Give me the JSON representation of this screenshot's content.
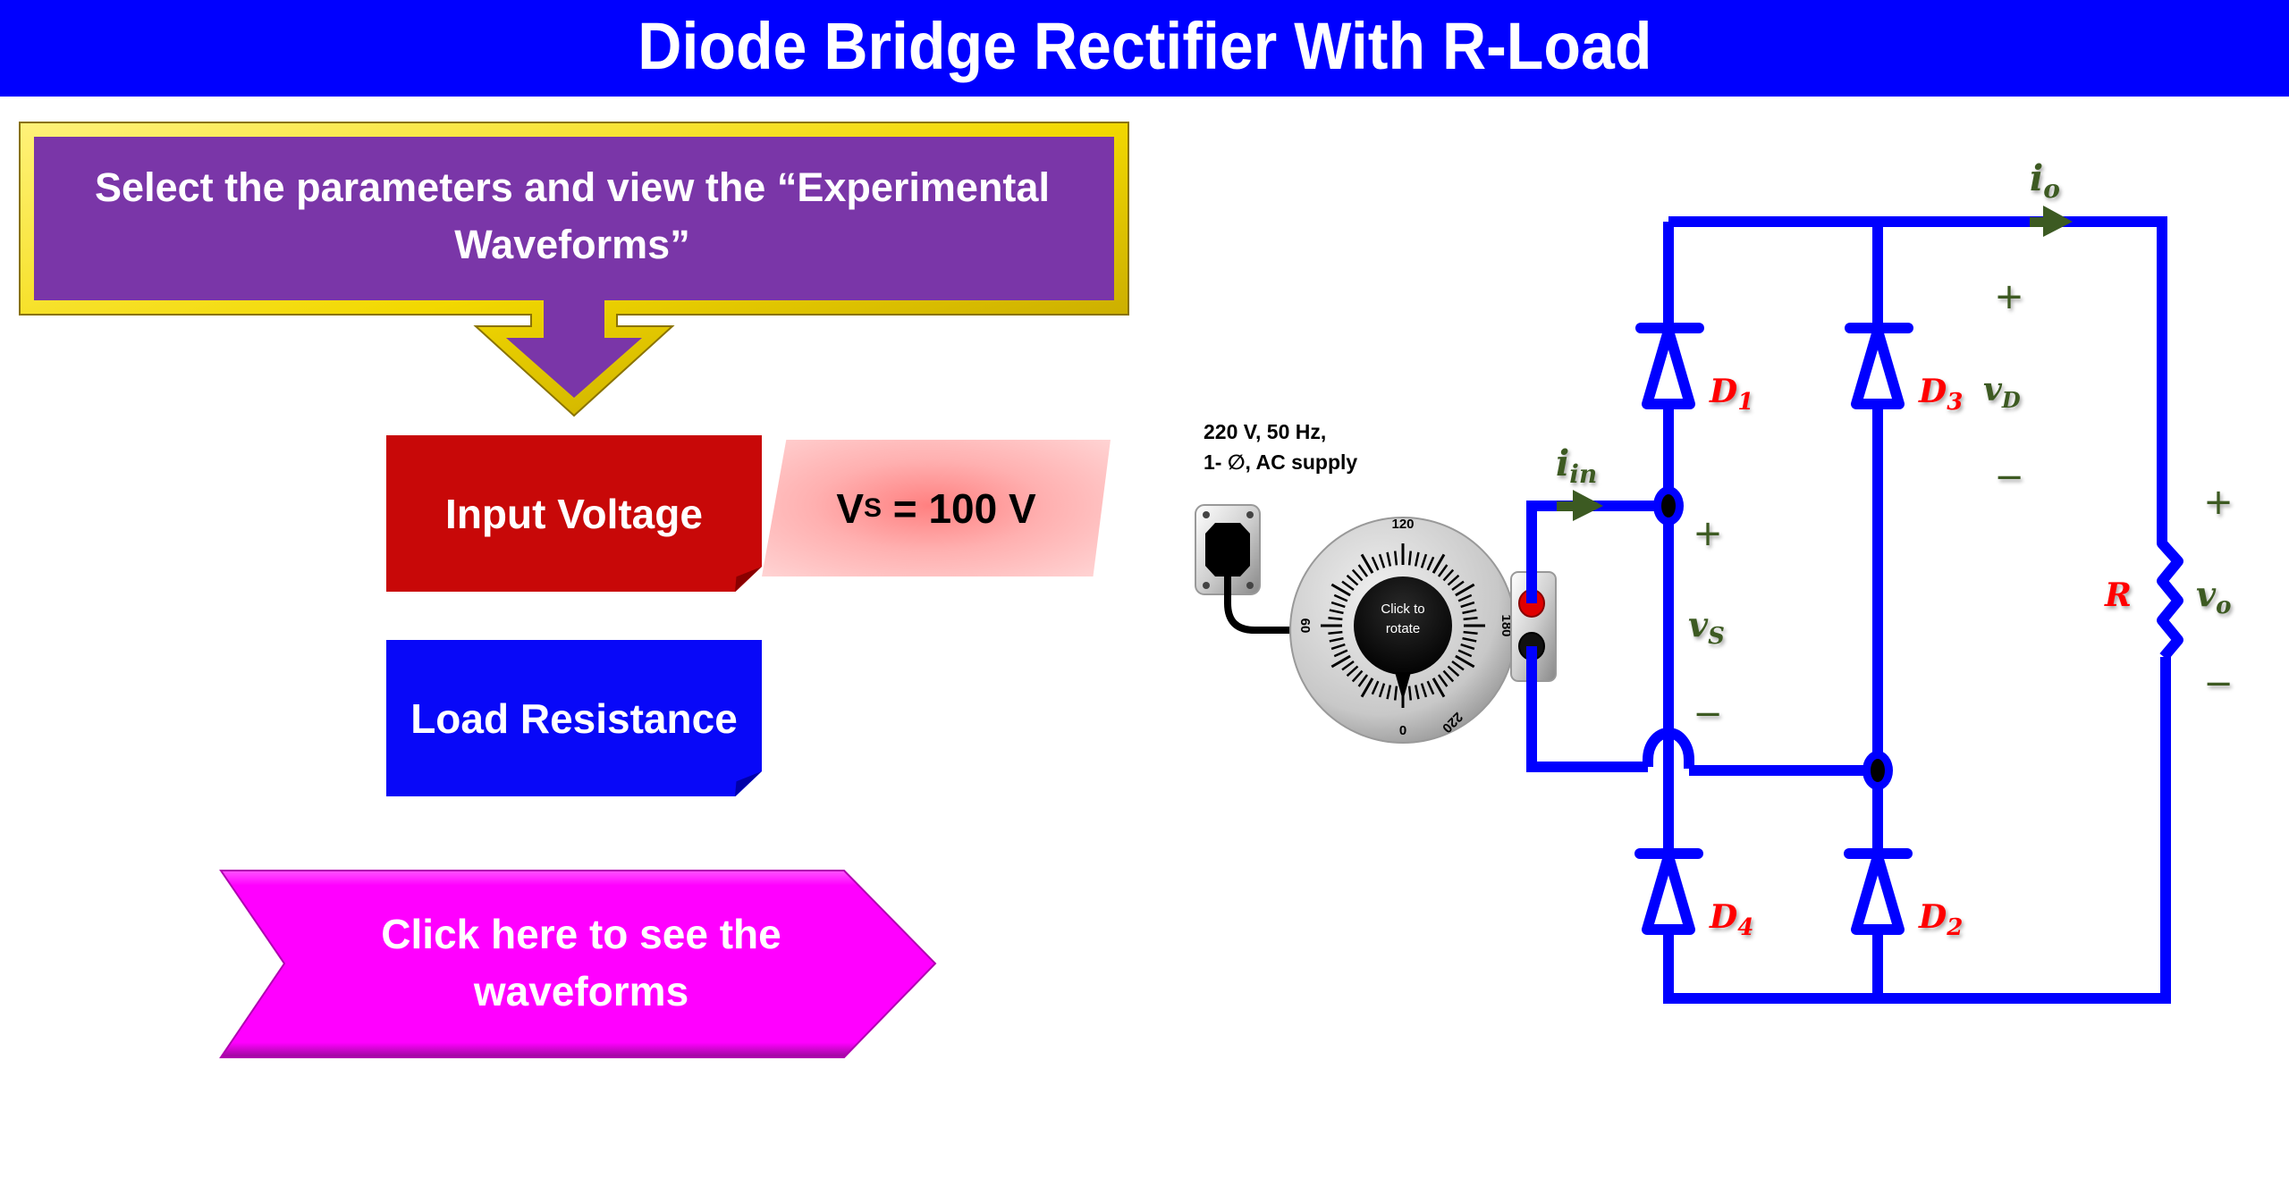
{
  "header": {
    "title": "Diode Bridge Rectifier With R-Load"
  },
  "instruction": {
    "line1": "Select the parameters and view the “Experimental",
    "line2": "Waveforms”"
  },
  "parameters": {
    "input_voltage_label": "Input Voltage",
    "load_resistance_label": "Load Resistance",
    "vs_symbol": "V",
    "vs_subscript": "S",
    "vs_value_text": " = 100 V",
    "vs_value": 100,
    "vs_unit": "V"
  },
  "waveforms_button": {
    "line1": "Click here to see the",
    "line2": "waveforms"
  },
  "supply": {
    "line1": "220 V, 50 Hz,",
    "line2": "1- ∅, AC supply"
  },
  "autotransformer": {
    "knob_label_line1": "Click to",
    "knob_label_line2": "rotate",
    "dial_labels": [
      "0",
      "60",
      "120",
      "180",
      "220"
    ]
  },
  "circuit": {
    "diodes": [
      {
        "name": "D",
        "sub": "1"
      },
      {
        "name": "D",
        "sub": "3"
      },
      {
        "name": "D",
        "sub": "4"
      },
      {
        "name": "D",
        "sub": "2"
      }
    ],
    "resistor_label": "R",
    "current_in": {
      "main": "i",
      "sub": "in"
    },
    "current_out": {
      "main": "i",
      "sub": "o"
    },
    "v_source": {
      "main": "v",
      "sub": "S"
    },
    "v_diode": {
      "main": "v",
      "sub": "D"
    },
    "v_out": {
      "main": "v",
      "sub": "o"
    },
    "plus": "+",
    "minus": "−"
  },
  "colors": {
    "title_bg": "#0000ff",
    "callout_fill": "#7a36a8",
    "callout_border": "#f2d800",
    "input_voltage_bg": "#c80808",
    "load_resistance_bg": "#0808f8",
    "waveforms_bg": "#ff00ff",
    "wire": "#0000ff",
    "diode_label": "#ff0000",
    "annotation": "#3c5a22"
  }
}
